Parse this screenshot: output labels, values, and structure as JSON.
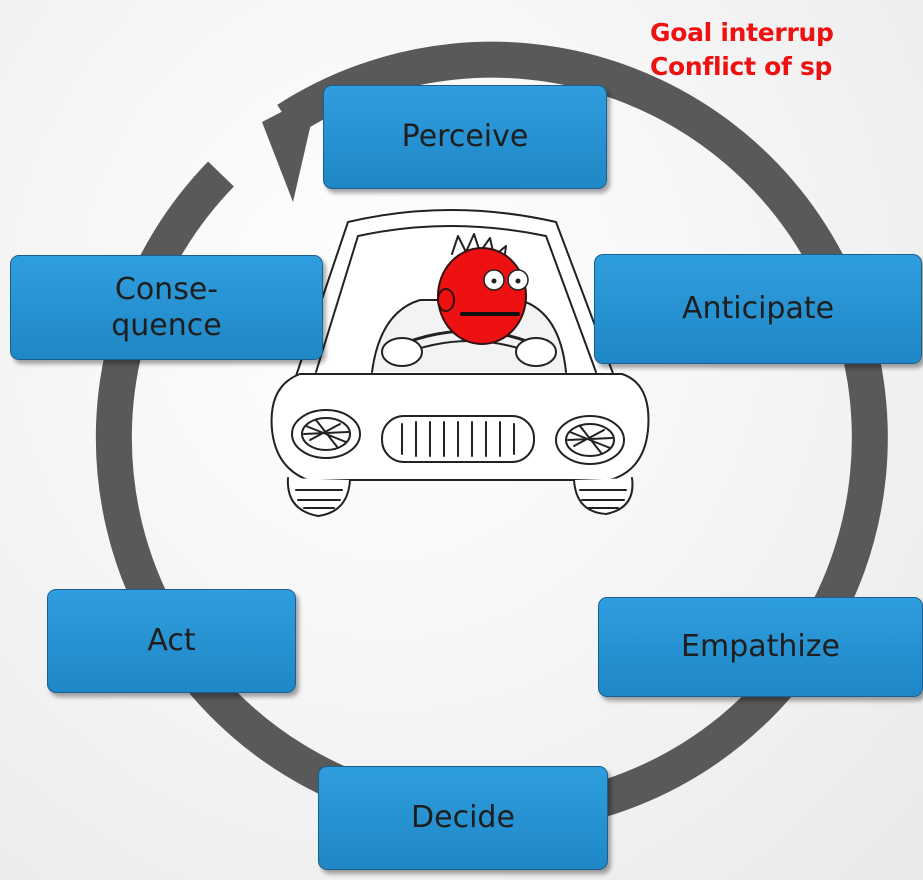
{
  "annotation": {
    "line1": "Goal interrup",
    "line2": "Conflict of sp",
    "color": "#ee1111"
  },
  "cycle": {
    "ring_color": "#595959",
    "box_color": "#2a95d6",
    "steps": {
      "perceive": "Perceive",
      "anticipate": "Anticipate",
      "empathize": "Empathize",
      "decide": "Decide",
      "act": "Act",
      "consequence_line1": "Conse-",
      "consequence_line2": "quence"
    }
  },
  "illustration": {
    "subject": "angry driver in car",
    "face_color": "#ee1111"
  }
}
